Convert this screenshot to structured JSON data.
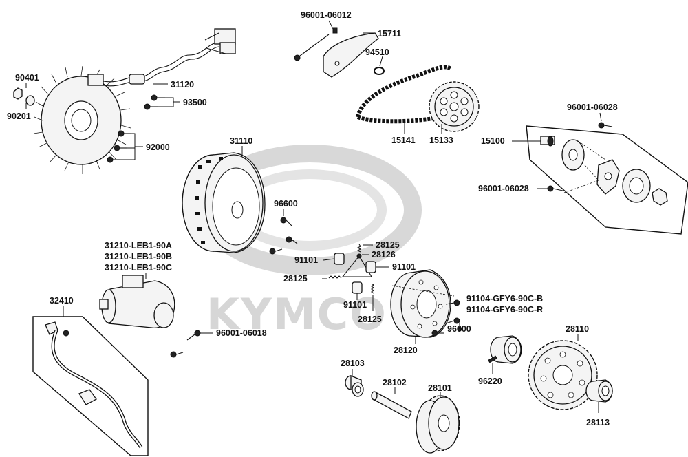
{
  "watermark": {
    "brand": "KYMCO"
  },
  "parts": {
    "p31120": "31120",
    "p90401": "90401",
    "p90201": "90201",
    "p93500": "93500",
    "p92000": "92000",
    "p96001_06012": "96001-06012",
    "p15711": "15711",
    "p94510": "94510",
    "p15141": "15141",
    "p15133": "15133",
    "p96001_06028_top": "96001-06028",
    "p15100": "15100",
    "p96001_06028_bottom": "96001-06028",
    "p31110": "31110",
    "p96600_top": "96600",
    "p31210_a": "31210-LEB1-90A",
    "p31210_b": "31210-LEB1-90B",
    "p31210_c": "31210-LEB1-90C",
    "p28125_top": "28125",
    "p28126": "28126",
    "p91101_left": "91101",
    "p91101_right": "91101",
    "p28125_left": "28125",
    "p91101_bottom": "91101",
    "p28125_bottom": "28125",
    "p32410": "32410",
    "p96001_06018": "96001-06018",
    "p91104_b": "91104-GFY6-90C-B",
    "p91104_r": "91104-GFY6-90C-R",
    "p28110": "28110",
    "p28120": "28120",
    "p96600_bottom": "96600",
    "p96220": "96220",
    "p28103": "28103",
    "p28102": "28102",
    "p28101": "28101",
    "p28113": "28113"
  }
}
